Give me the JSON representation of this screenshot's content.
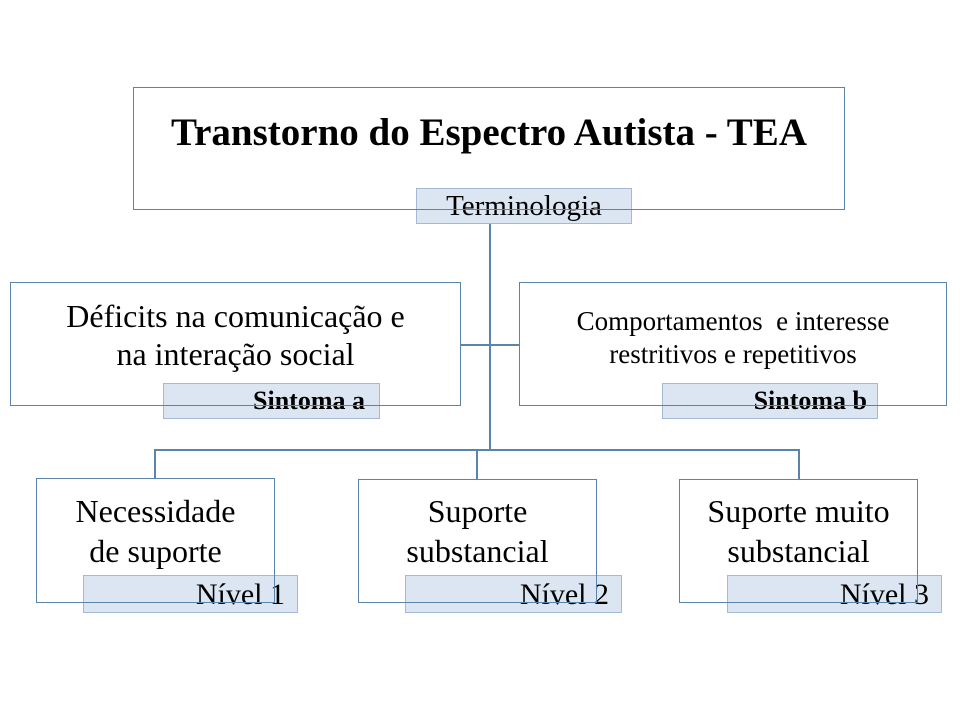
{
  "diagram": {
    "title_node": {
      "text": "Transtorno do Espectro Autista - TEA",
      "tag": "Terminologia"
    },
    "symptom_nodes": [
      {
        "text": "Déficits na comunicação e\nna interação social",
        "tag": "Sintoma a"
      },
      {
        "text": "Comportamentos  e interesse\nrestritivos e repetitivos",
        "tag": "Sintoma b"
      }
    ],
    "level_nodes": [
      {
        "text": "Necessidade\nde suporte",
        "tag": "Nível 1"
      },
      {
        "text": "Suporte\nsubstancial",
        "tag": "Nível 2"
      },
      {
        "text": "Suporte muito\nsubstancial",
        "tag": "Nível 3"
      }
    ],
    "colors": {
      "canvas_bg": "#ffffff",
      "box_border": "#5b84ab",
      "label_fill": "#dce6f2",
      "label_border": "#a3b9d4",
      "line": "#5b84ab",
      "text": "#000000"
    }
  }
}
